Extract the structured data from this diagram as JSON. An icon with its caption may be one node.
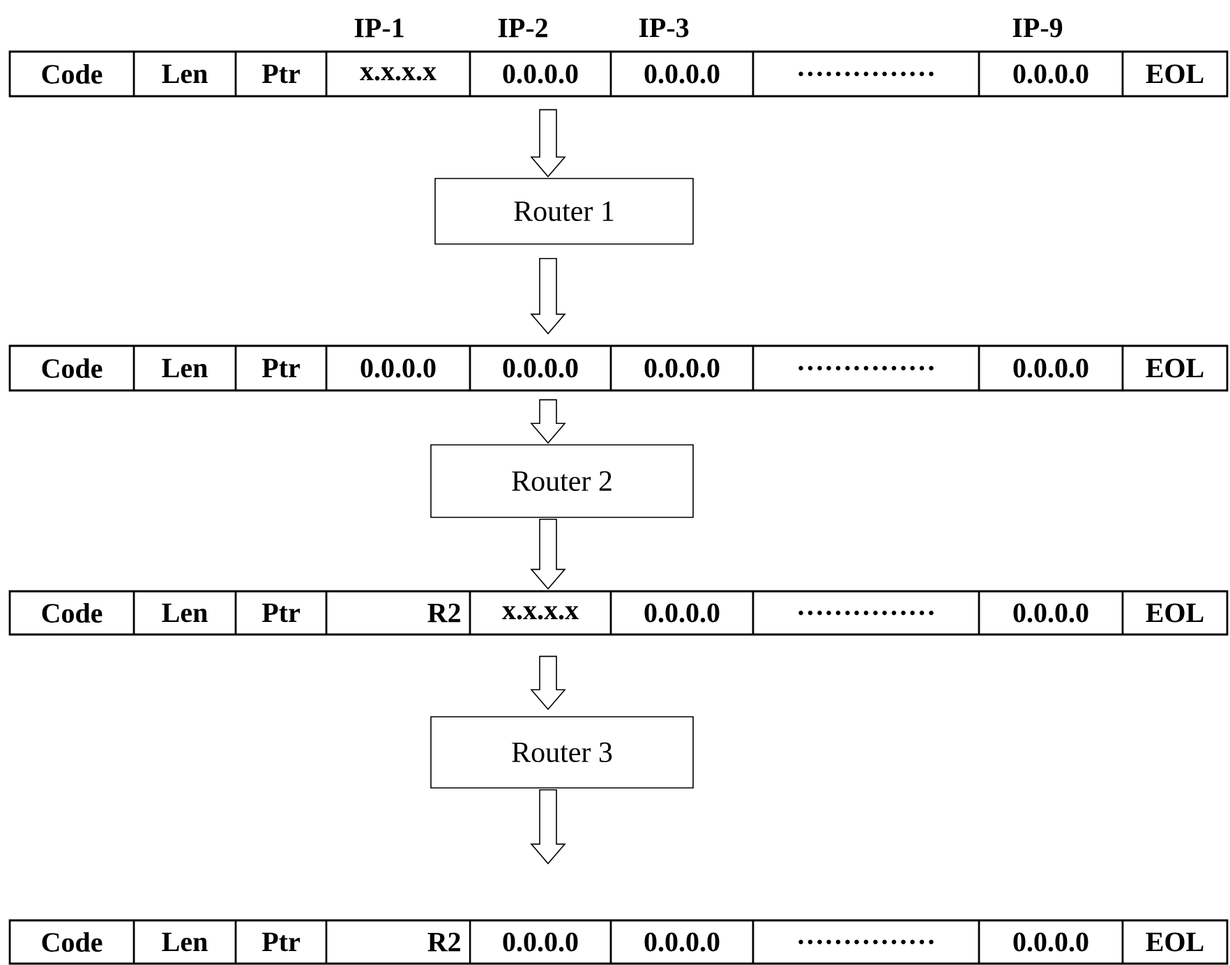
{
  "diagram": {
    "nodes": [
      {
        "text": [
          "Code",
          "Len",
          "Ptr",
          "x.x.x.x",
          "0.0.0.0",
          "0.0.0.0",
          "……………",
          "0.0.0.0",
          "EOL"
        ]
      },
      {
        "text": [
          "Router 1"
        ]
      },
      {
        "text": [
          "Code",
          "Len",
          "Ptr",
          "0.0.0.0",
          "0.0.0.0",
          "0.0.0.0",
          "……………",
          "0.0.0.0",
          "EOL"
        ]
      },
      {
        "text": [
          "Router 2"
        ]
      },
      {
        "text": [
          "Code",
          "Len",
          "Ptr",
          "R2",
          "x.x.x.x",
          "0.0.0.0",
          "……………",
          "0.0.0.0",
          "EOL"
        ]
      },
      {
        "text": [
          "Router 3"
        ]
      },
      {
        "text": [
          "Code",
          "Len",
          "Ptr",
          "R2",
          "0.0.0.0",
          "0.0.0.0",
          "……………",
          "0.0.0.0",
          "EOL"
        ]
      }
    ],
    "edges": [
      {
        "from": 0,
        "to": 1,
        "arrow": "to"
      },
      {
        "from": 1,
        "to": 2,
        "arrow": "to"
      },
      {
        "from": 2,
        "to": 3,
        "arrow": "to"
      },
      {
        "from": 3,
        "to": 4,
        "arrow": "to"
      },
      {
        "from": 4,
        "to": 5,
        "arrow": "to"
      },
      {
        "from": 5,
        "to": 6,
        "arrow": "to"
      }
    ],
    "labels": [
      "IP-1",
      "IP-2",
      "IP-3",
      "IP-9"
    ]
  }
}
